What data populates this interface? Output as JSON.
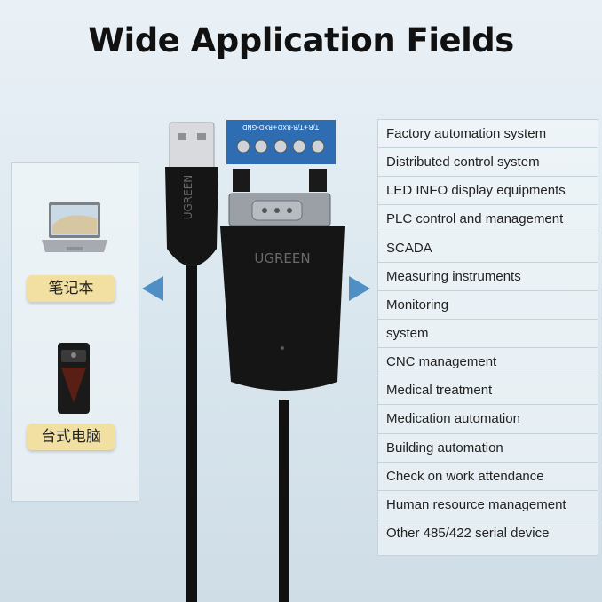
{
  "header": {
    "title": "Wide Application Fields"
  },
  "left_panel": {
    "devices": [
      {
        "label": "笔记本",
        "icon": "laptop-icon"
      },
      {
        "label": "台式电脑",
        "icon": "desktop-tower-icon"
      }
    ]
  },
  "adapter": {
    "brand": "UGREEN",
    "terminal_label": "T/R+T/R-RXD+RXD-GND",
    "colors": {
      "terminal": "#2f6db3",
      "body": "#151515",
      "connector": "#9aa0a6"
    }
  },
  "applications": [
    "Factory automation system",
    "Distributed control system",
    "LED INFO display equipments",
    "PLC control and management",
    "SCADA",
    "Measuring instruments",
    "Monitoring",
    "system",
    "CNC management",
    "Medical treatment",
    "Medication automation",
    "Building automation",
    "Check on work attendance",
    "Human resource management",
    "Other 485/422 serial device"
  ],
  "colors": {
    "arrow": "#4f8fc6",
    "label_pill": "#f2dfa2"
  }
}
